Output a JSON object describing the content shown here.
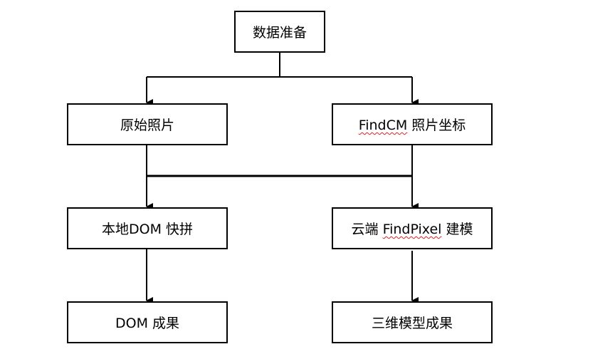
{
  "nodes": {
    "data_prep": "数据准备",
    "raw_photos": "原始照片",
    "findcm_coords": {
      "brand": "FindCM",
      "text": "照片坐标"
    },
    "local_dom": "本地DOM 快拼",
    "cloud_model": {
      "prefix": "云端",
      "brand": "FindPixel",
      "suffix": "建模"
    },
    "dom_result": "DOM 成果",
    "model_result": "三维模型成果"
  },
  "colors": {
    "line": "#000000",
    "spellcheck_underline": "#e02020",
    "background": "#ffffff"
  }
}
